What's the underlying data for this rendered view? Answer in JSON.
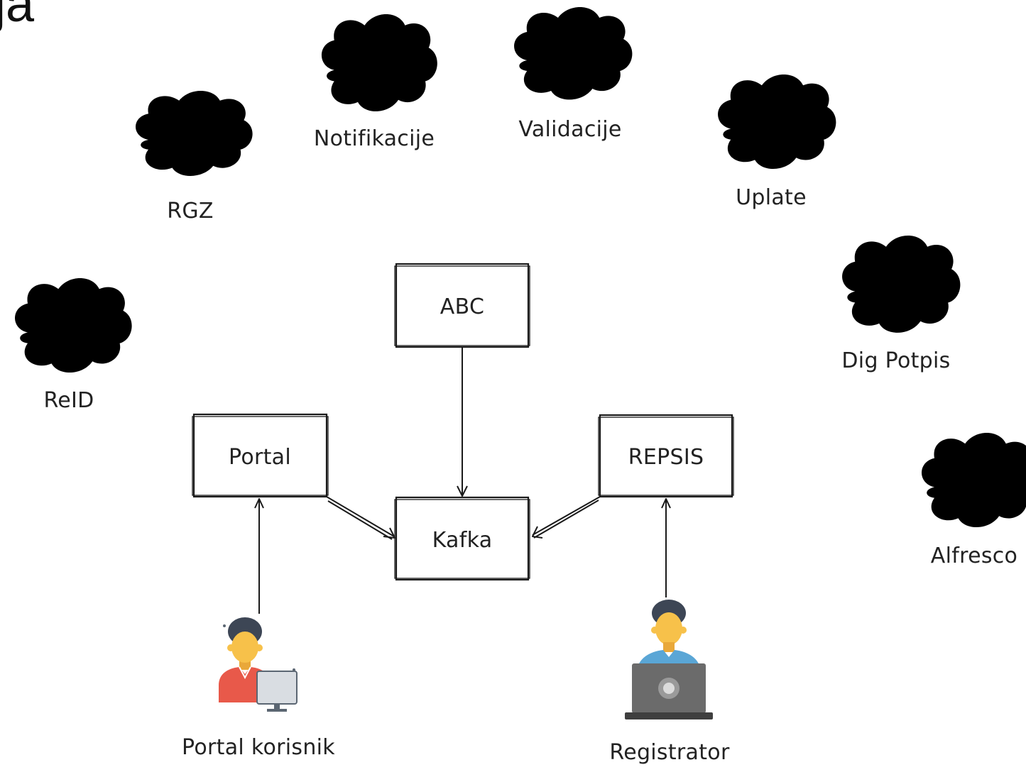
{
  "heading": "ja",
  "clouds": {
    "rgz": "RGZ",
    "notifikacije": "Notifikacije",
    "validacije": "Validacije",
    "uplate": "Uplate",
    "reid": "ReID",
    "dig_potpis": "Dig Potpis",
    "alfresco": "Alfresco"
  },
  "boxes": {
    "abc": "ABC",
    "portal": "Portal",
    "kafka": "Kafka",
    "repsis": "REPSIS"
  },
  "actors": {
    "portal_korisnik": "Portal korisnik",
    "registrator": "Registrator"
  },
  "colors": {
    "stroke": "#1a1a1a",
    "actor_shirt_red": "#e8594a",
    "actor_shirt_blue": "#5aa6d6",
    "skin": "#f7c14a",
    "hair": "#3d4655",
    "laptop": "#6b6b6b",
    "monitor": "#d9dde2"
  }
}
